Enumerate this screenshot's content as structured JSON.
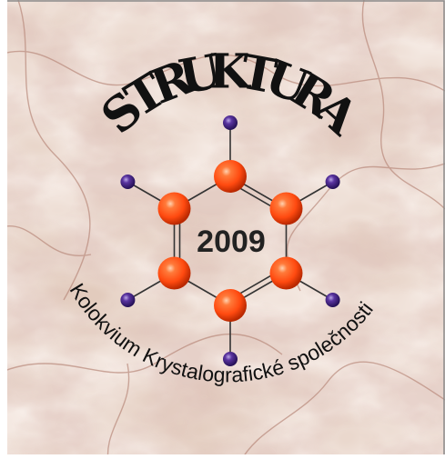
{
  "title": "STRUKTURA",
  "year": "2009",
  "subtitle": "Kolokvium Krystalografické společnosti",
  "colors": {
    "marble_base": "#e2cbbd",
    "marble_vein": "#b98a7c",
    "carbon_atom": "#ff4a10",
    "hydrogen_atom": "#4a2585",
    "bond": "#333333",
    "text": "#111111",
    "frame": "#8a8a8a"
  },
  "icons": {
    "molecule": "benzene-molecule-icon"
  }
}
